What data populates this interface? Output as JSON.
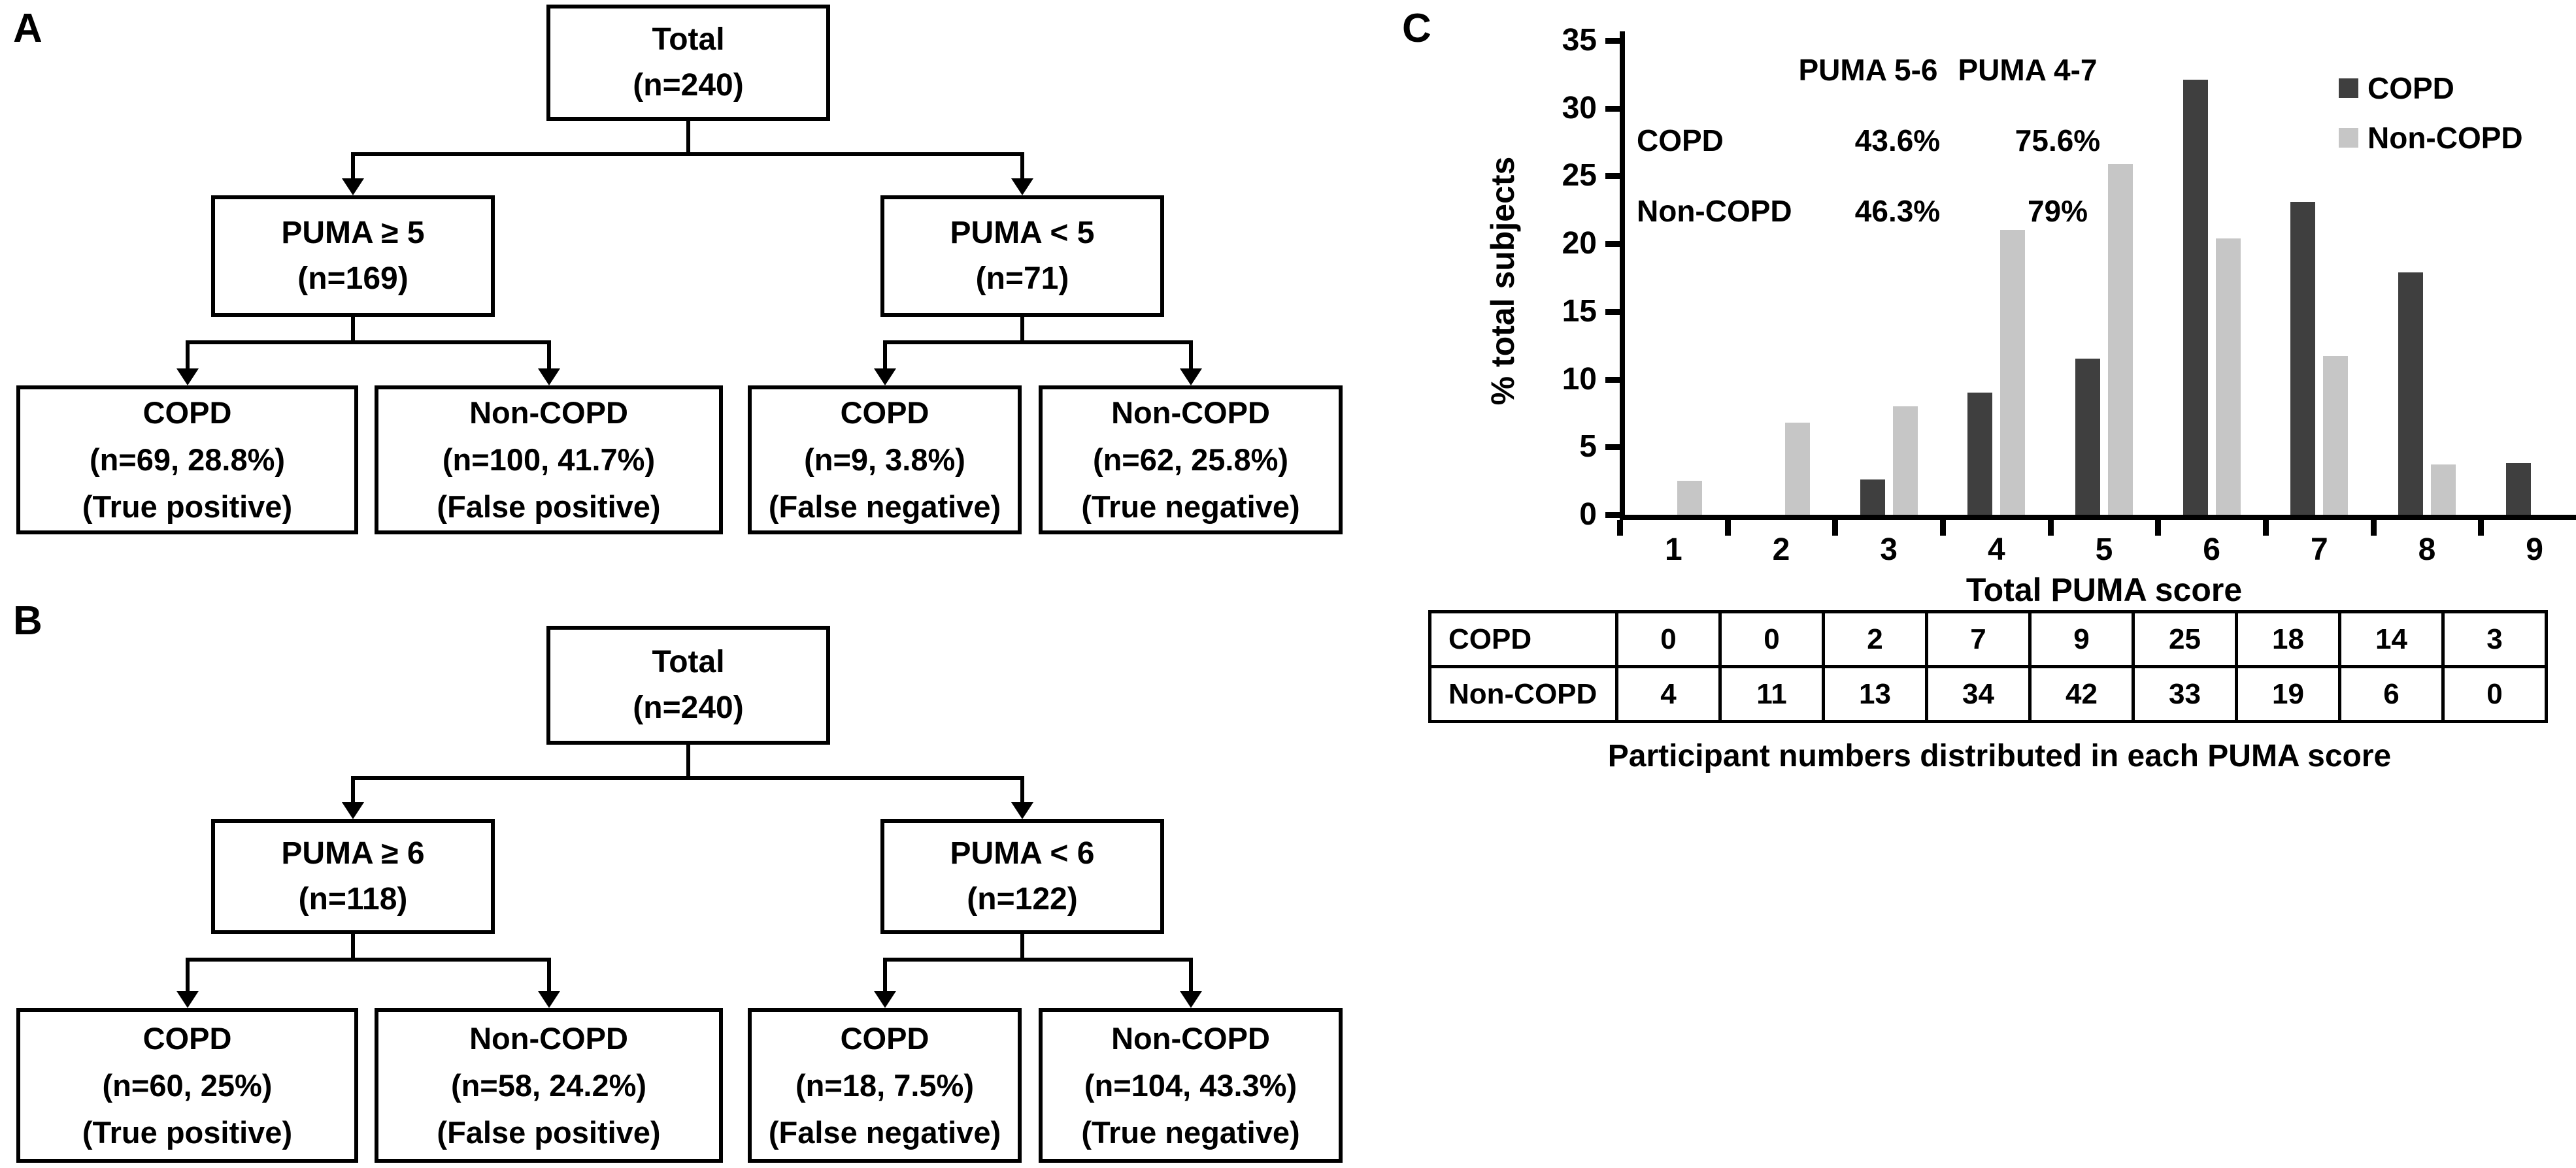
{
  "panels": {
    "A": {
      "label": "A",
      "root": {
        "line1": "Total",
        "line2": "(n=240)"
      },
      "left": {
        "line1": "PUMA ≥ 5",
        "line2": "(n=169)"
      },
      "right": {
        "line1": "PUMA < 5",
        "line2": "(n=71)"
      },
      "leaves": [
        {
          "line1": "COPD",
          "line2": "(n=69, 28.8%)",
          "line3": "(True positive)"
        },
        {
          "line1": "Non-COPD",
          "line2": "(n=100, 41.7%)",
          "line3": "(False positive)"
        },
        {
          "line1": "COPD",
          "line2": "(n=9, 3.8%)",
          "line3": "(False negative)"
        },
        {
          "line1": "Non-COPD",
          "line2": "(n=62, 25.8%)",
          "line3": "(True negative)"
        }
      ]
    },
    "B": {
      "label": "B",
      "root": {
        "line1": "Total",
        "line2": "(n=240)"
      },
      "left": {
        "line1": "PUMA ≥ 6",
        "line2": "(n=118)"
      },
      "right": {
        "line1": "PUMA < 6",
        "line2": "(n=122)"
      },
      "leaves": [
        {
          "line1": "COPD",
          "line2": "(n=60, 25%)",
          "line3": "(True positive)"
        },
        {
          "line1": "Non-COPD",
          "line2": "(n=58, 24.2%)",
          "line3": "(False positive)"
        },
        {
          "line1": "COPD",
          "line2": "(n=18, 7.5%)",
          "line3": "(False negative)"
        },
        {
          "line1": "Non-COPD",
          "line2": "(n=104, 43.3%)",
          "line3": "(True negative)"
        }
      ]
    }
  },
  "panelC": {
    "label": "C",
    "annotation": {
      "headers": [
        "PUMA 5-6",
        "PUMA 4-7"
      ],
      "rows": [
        [
          "COPD",
          "43.6%",
          "75.6%"
        ],
        [
          "Non-COPD",
          "46.3%",
          "79%"
        ]
      ]
    },
    "legend": [
      {
        "label": "COPD",
        "color": "#3f3f3f"
      },
      {
        "label": "Non-COPD",
        "color": "#c6c6c6"
      }
    ],
    "table": {
      "row_labels": [
        "COPD",
        "Non-COPD"
      ],
      "values": [
        [
          0,
          0,
          2,
          7,
          9,
          25,
          18,
          14,
          3
        ],
        [
          4,
          11,
          13,
          34,
          42,
          33,
          19,
          6,
          0
        ]
      ]
    },
    "caption": "Participant numbers distributed in each PUMA score"
  },
  "chart_data": {
    "type": "bar",
    "categories": [
      "1",
      "2",
      "3",
      "4",
      "5",
      "6",
      "7",
      "8",
      "9"
    ],
    "series": [
      {
        "name": "COPD",
        "color": "#3f3f3f",
        "values": [
          0,
          0,
          2.6,
          9.0,
          11.5,
          32.1,
          23.1,
          17.9,
          3.8
        ]
      },
      {
        "name": "Non-COPD",
        "color": "#c6c6c6",
        "values": [
          2.5,
          6.8,
          8.0,
          21.0,
          25.9,
          20.4,
          11.7,
          3.7,
          0
        ]
      }
    ],
    "title": "",
    "xlabel": "Total PUMA score",
    "ylabel": "% total subjects",
    "ylim": [
      0,
      35
    ],
    "ytick_step": 5,
    "grid": false,
    "legend_position": "top-right"
  }
}
